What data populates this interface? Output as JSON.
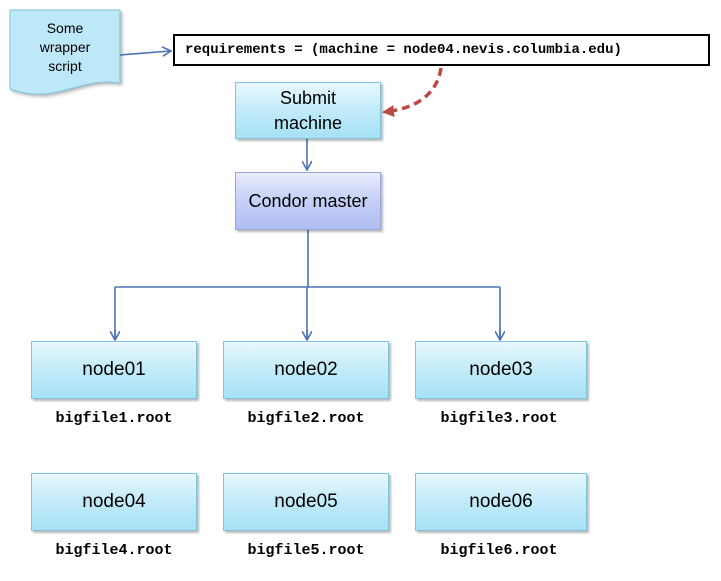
{
  "wrapper": {
    "lines": [
      "Some",
      "wrapper",
      "script"
    ]
  },
  "requirements": {
    "text": "requirements = (machine = node04.nevis.columbia.edu)"
  },
  "submit": {
    "lines": [
      "Submit",
      "machine"
    ]
  },
  "master": {
    "label": "Condor master"
  },
  "nodes": [
    {
      "name": "node01",
      "file": "bigfile1.root"
    },
    {
      "name": "node02",
      "file": "bigfile2.root"
    },
    {
      "name": "node03",
      "file": "bigfile3.root"
    },
    {
      "name": "node04",
      "file": "bigfile4.root"
    },
    {
      "name": "node05",
      "file": "bigfile5.root"
    },
    {
      "name": "node06",
      "file": "bigfile6.root"
    }
  ],
  "colors": {
    "connector": "#4a73b2",
    "dashed_arrow": "#bb4a44",
    "node_fill": "#b6e6f7",
    "master_fill": "#c6d0f7"
  }
}
